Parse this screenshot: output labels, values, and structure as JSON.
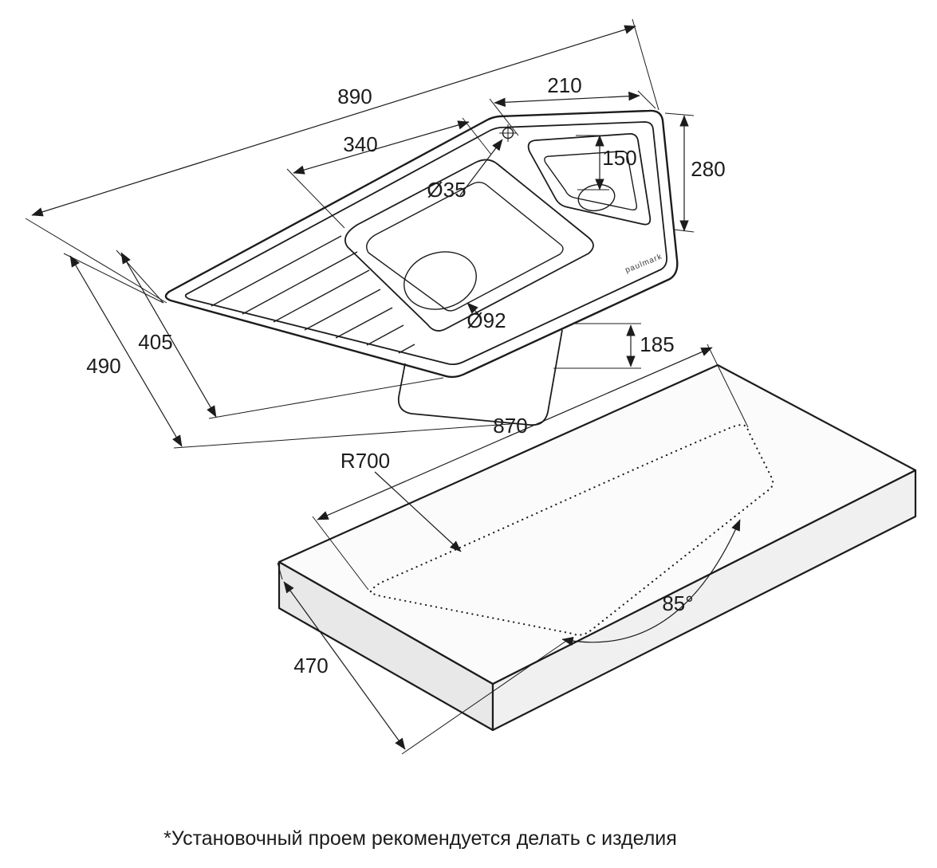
{
  "brand": "paulmark",
  "footer": {
    "note": "*Установочный проем рекомендуется делать с изделия"
  },
  "dimensions": {
    "overall_width": "890",
    "small_bowl_width": "210",
    "main_bowl_width": "340",
    "right_depth": "280",
    "small_bowl_inner": "150",
    "tap_hole": "Ø35",
    "drain_hole": "Ø92",
    "inner_depth": "405",
    "overall_depth": "490",
    "bowl_height": "185",
    "cutout_width": "870",
    "cutout_radius": "R700",
    "cutout_depth": "470",
    "cutout_angle": "85°"
  }
}
